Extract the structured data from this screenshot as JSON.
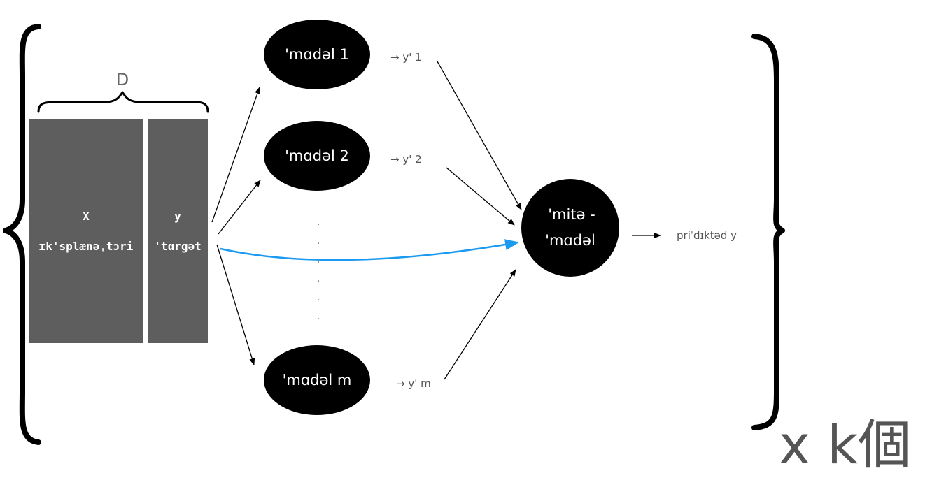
{
  "dataset": {
    "label": "D",
    "feature_col": {
      "symbol": "X",
      "name": "ɪk'splænəˌtɔri"
    },
    "target_col": {
      "symbol": "y",
      "name": "'tɑrgət"
    }
  },
  "models": [
    {
      "label": "'mɑdəl 1",
      "output": "→ y' 1"
    },
    {
      "label": "'mɑdəl 2",
      "output": "→ y' 2"
    },
    {
      "label": "'mɑdəl m",
      "output": "→ y' m"
    }
  ],
  "ellipsis_dots": ".",
  "meta_model": {
    "line1": "'mitə -",
    "line2": "'mɑdəl"
  },
  "prediction": "priˈdɪktəd y",
  "repeat_label": "x k個",
  "colors": {
    "column_fill": "#5e5e5e",
    "node_fill": "#000000",
    "blue_arrow": "#1a9af0"
  },
  "icons": {
    "arrow": "arrow-right-icon",
    "brace": "curly-brace-icon"
  }
}
